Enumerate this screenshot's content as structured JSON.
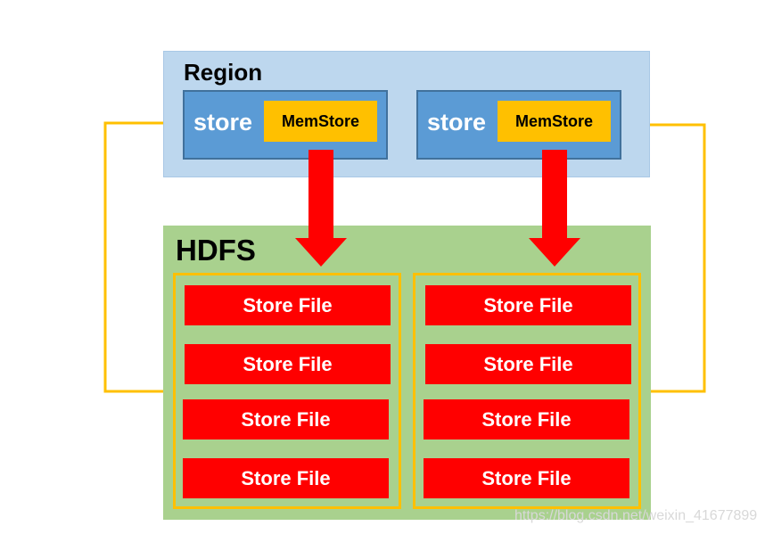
{
  "region": {
    "title": "Region",
    "stores": [
      {
        "store_label": "store",
        "memstore_label": "MemStore"
      },
      {
        "store_label": "store",
        "memstore_label": "MemStore"
      }
    ]
  },
  "hdfs": {
    "title": "HDFS",
    "groups": [
      {
        "files": [
          "Store File",
          "Store File",
          "Store File",
          "Store File"
        ]
      },
      {
        "files": [
          "Store File",
          "Store File",
          "Store File",
          "Store File"
        ]
      }
    ]
  },
  "watermark": "https://blog.csdn.net/weixin_41677899",
  "colors": {
    "region_bg": "#bdd7ee",
    "store_bg": "#5b9bd5",
    "memstore_bg": "#ffc000",
    "hdfs_bg": "#a9d18e",
    "store_file_bg": "#ff0000",
    "arrow": "#ff0000",
    "connector": "#ffc000"
  }
}
